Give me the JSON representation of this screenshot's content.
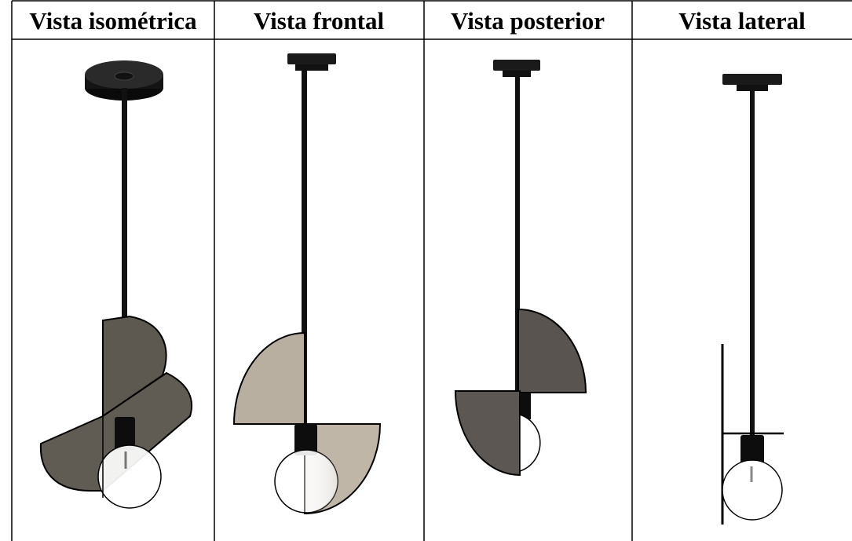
{
  "table": {
    "headers": [
      "Vista isométrica",
      "Vista frontal",
      "Vista posterior",
      "Vista lateral"
    ]
  },
  "colors": {
    "border": "#000000",
    "shade_dark": "#5a554e",
    "shade_light": "#b7aea0",
    "metal": "#111111",
    "bulb_fill": "#ffffff"
  }
}
